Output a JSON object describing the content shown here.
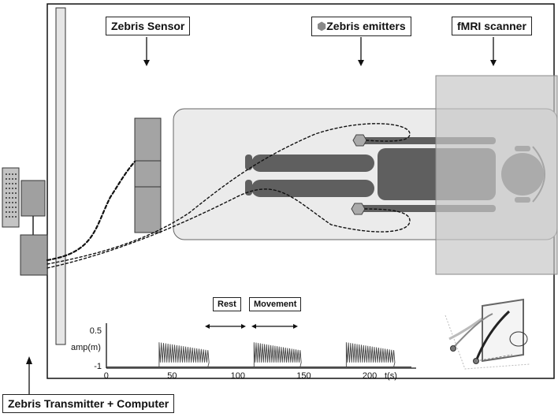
{
  "labels": {
    "sensor": "Zebris Sensor",
    "emitters": "Zebris emitters",
    "scanner": "fMRI scanner",
    "transmitter": "Zebris Transmitter + Computer",
    "rest": "Rest",
    "movement": "Movement"
  },
  "chart_data": {
    "type": "line",
    "title": "",
    "xlabel": "t(s)",
    "ylabel": "amp(m)",
    "xlim": [
      0,
      235
    ],
    "ylim": [
      -1,
      1
    ],
    "xticks": [
      "0",
      "50",
      "100",
      "150",
      "200"
    ],
    "yticks": [
      "0.5",
      "-1"
    ],
    "baseline": -0.95,
    "series": [
      {
        "movement_blocks": [
          [
            40,
            77
          ],
          [
            112,
            147
          ],
          [
            182,
            218
          ]
        ],
        "amplitude": [
          -0.95,
          0.15
        ]
      }
    ]
  },
  "colors": {
    "scanner_fill": "#c8c8c8",
    "table_fill": "#ebebeb",
    "limb_fill": "#5f5f5f",
    "sensor_fill": "#a4a4a4"
  }
}
